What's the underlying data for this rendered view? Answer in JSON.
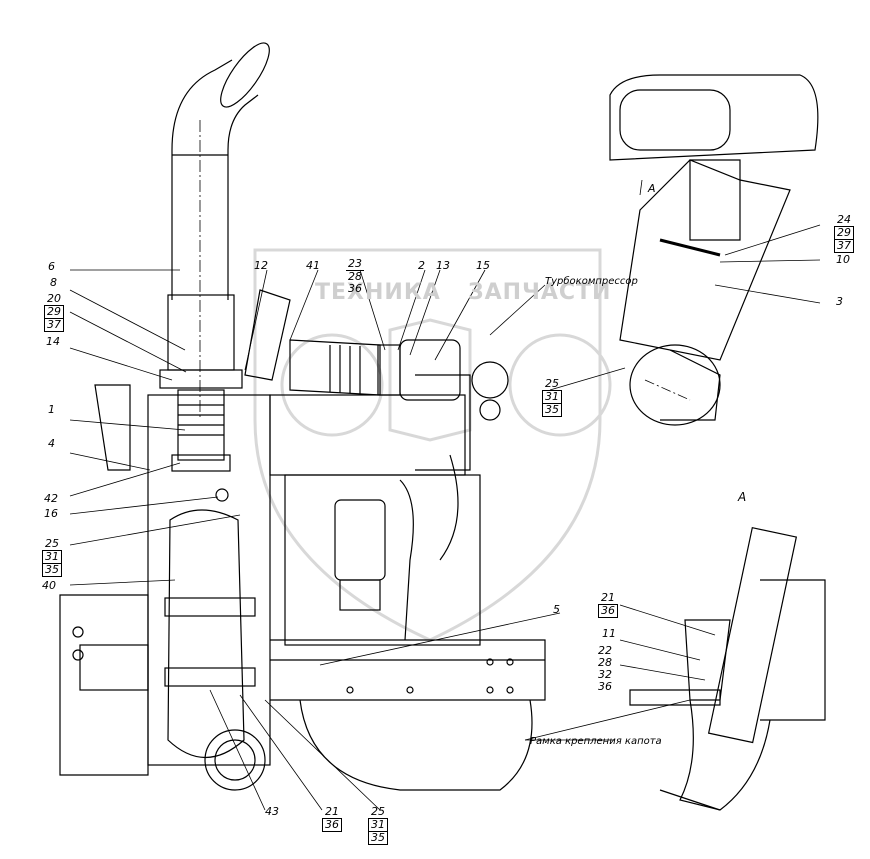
{
  "watermark": {
    "left": "ТЕХНИКА",
    "right": "ЗАПЧАСТИ"
  },
  "view_label": "А",
  "view_arrow_label": "А",
  "annotations": {
    "turbo": "Турбокомпрессор",
    "hood_frame": "Рамка крепления капота"
  },
  "callouts": {
    "c6": "6",
    "c8": "8",
    "c20": [
      "20",
      "29",
      "37"
    ],
    "c14": "14",
    "c1": "1",
    "c4": "4",
    "c42": "42",
    "c16": "16",
    "c25a": [
      "25",
      "31",
      "35"
    ],
    "c40": "40",
    "c43": "43",
    "c21a": [
      "21",
      "36"
    ],
    "c25b": [
      "25",
      "31",
      "35"
    ],
    "c12": "12",
    "c41": "41",
    "c23": [
      "23",
      "28",
      "36"
    ],
    "c2": "2",
    "c13": "13",
    "c15": "15",
    "c5": "5",
    "c24": [
      "24",
      "29",
      "37"
    ],
    "c10": "10",
    "c3": "3",
    "c25c": [
      "25",
      "31",
      "35"
    ],
    "c21b": [
      "21",
      "36"
    ],
    "c11": "11",
    "c22": [
      "22",
      "28",
      "32",
      "36"
    ]
  }
}
